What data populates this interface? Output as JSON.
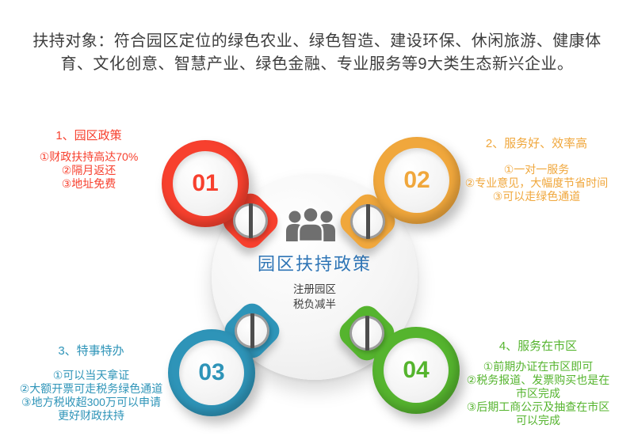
{
  "page": {
    "title": "扶持对象：符合园区定位的绿色农业、绿色智造、建设环保、休闲旅游、健康体育、文化创意、智慧产业、绿色金融、专业服务等9大类生态新兴企业。",
    "title_color": "#3D3D3D",
    "background_color": "#FFFFFF"
  },
  "center": {
    "icon": "people-group-icon",
    "icon_color": "#6F6F6F",
    "title": "园区扶持政策",
    "title_color": "#2E75B6",
    "subtitle_lines": [
      "注册园区",
      "税负减半"
    ],
    "subtitle_color": "#3F3F3F"
  },
  "sections": [
    {
      "number": "01",
      "title": "1、园区政策",
      "items": [
        "①财政扶持高达70%",
        "②隔月返还",
        "③地址免费"
      ],
      "color": "#F7402E",
      "icon": "split-circle-icon"
    },
    {
      "number": "02",
      "title": "2、服务好、效率高",
      "items": [
        "①一对一服务",
        "②专业意见，大幅度节省时间",
        "③可以走绿色通道"
      ],
      "color": "#F0A73C",
      "icon": "split-circle-icon"
    },
    {
      "number": "03",
      "title": "3、特事特办",
      "items": [
        "①可以当天拿证",
        "②大额开票可走税务绿色通道",
        "③地方税收超300万可以申请更好财政扶持"
      ],
      "color": "#2E94B8",
      "icon": "split-circle-icon"
    },
    {
      "number": "04",
      "title": "4、服务在市区",
      "items": [
        "①前期办证在市区即可",
        "②税务报道、发票购买也是在市区完成",
        "③后期工商公示及抽查在市区可以完成"
      ],
      "color": "#55B42E",
      "icon": "split-circle-icon"
    }
  ]
}
